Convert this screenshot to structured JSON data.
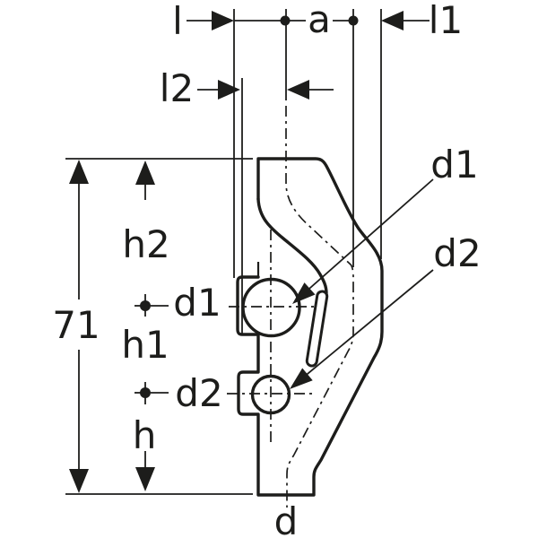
{
  "drawing": {
    "kind": "technical dimension drawing",
    "subject": "pipe fitting cross-section with mounting tabs",
    "line_color": "#1d1d1b",
    "background_color": "#ffffff"
  },
  "labels": {
    "top": {
      "l": "l",
      "a": "a",
      "l1": "l1",
      "l2": "l2"
    },
    "left": {
      "total_height": "71",
      "h2": "h2",
      "d1": "d1",
      "h1": "h1",
      "d2": "d2",
      "h": "h"
    },
    "right": {
      "d1": "d1",
      "d2": "d2"
    },
    "bottom": {
      "d": "d"
    }
  }
}
